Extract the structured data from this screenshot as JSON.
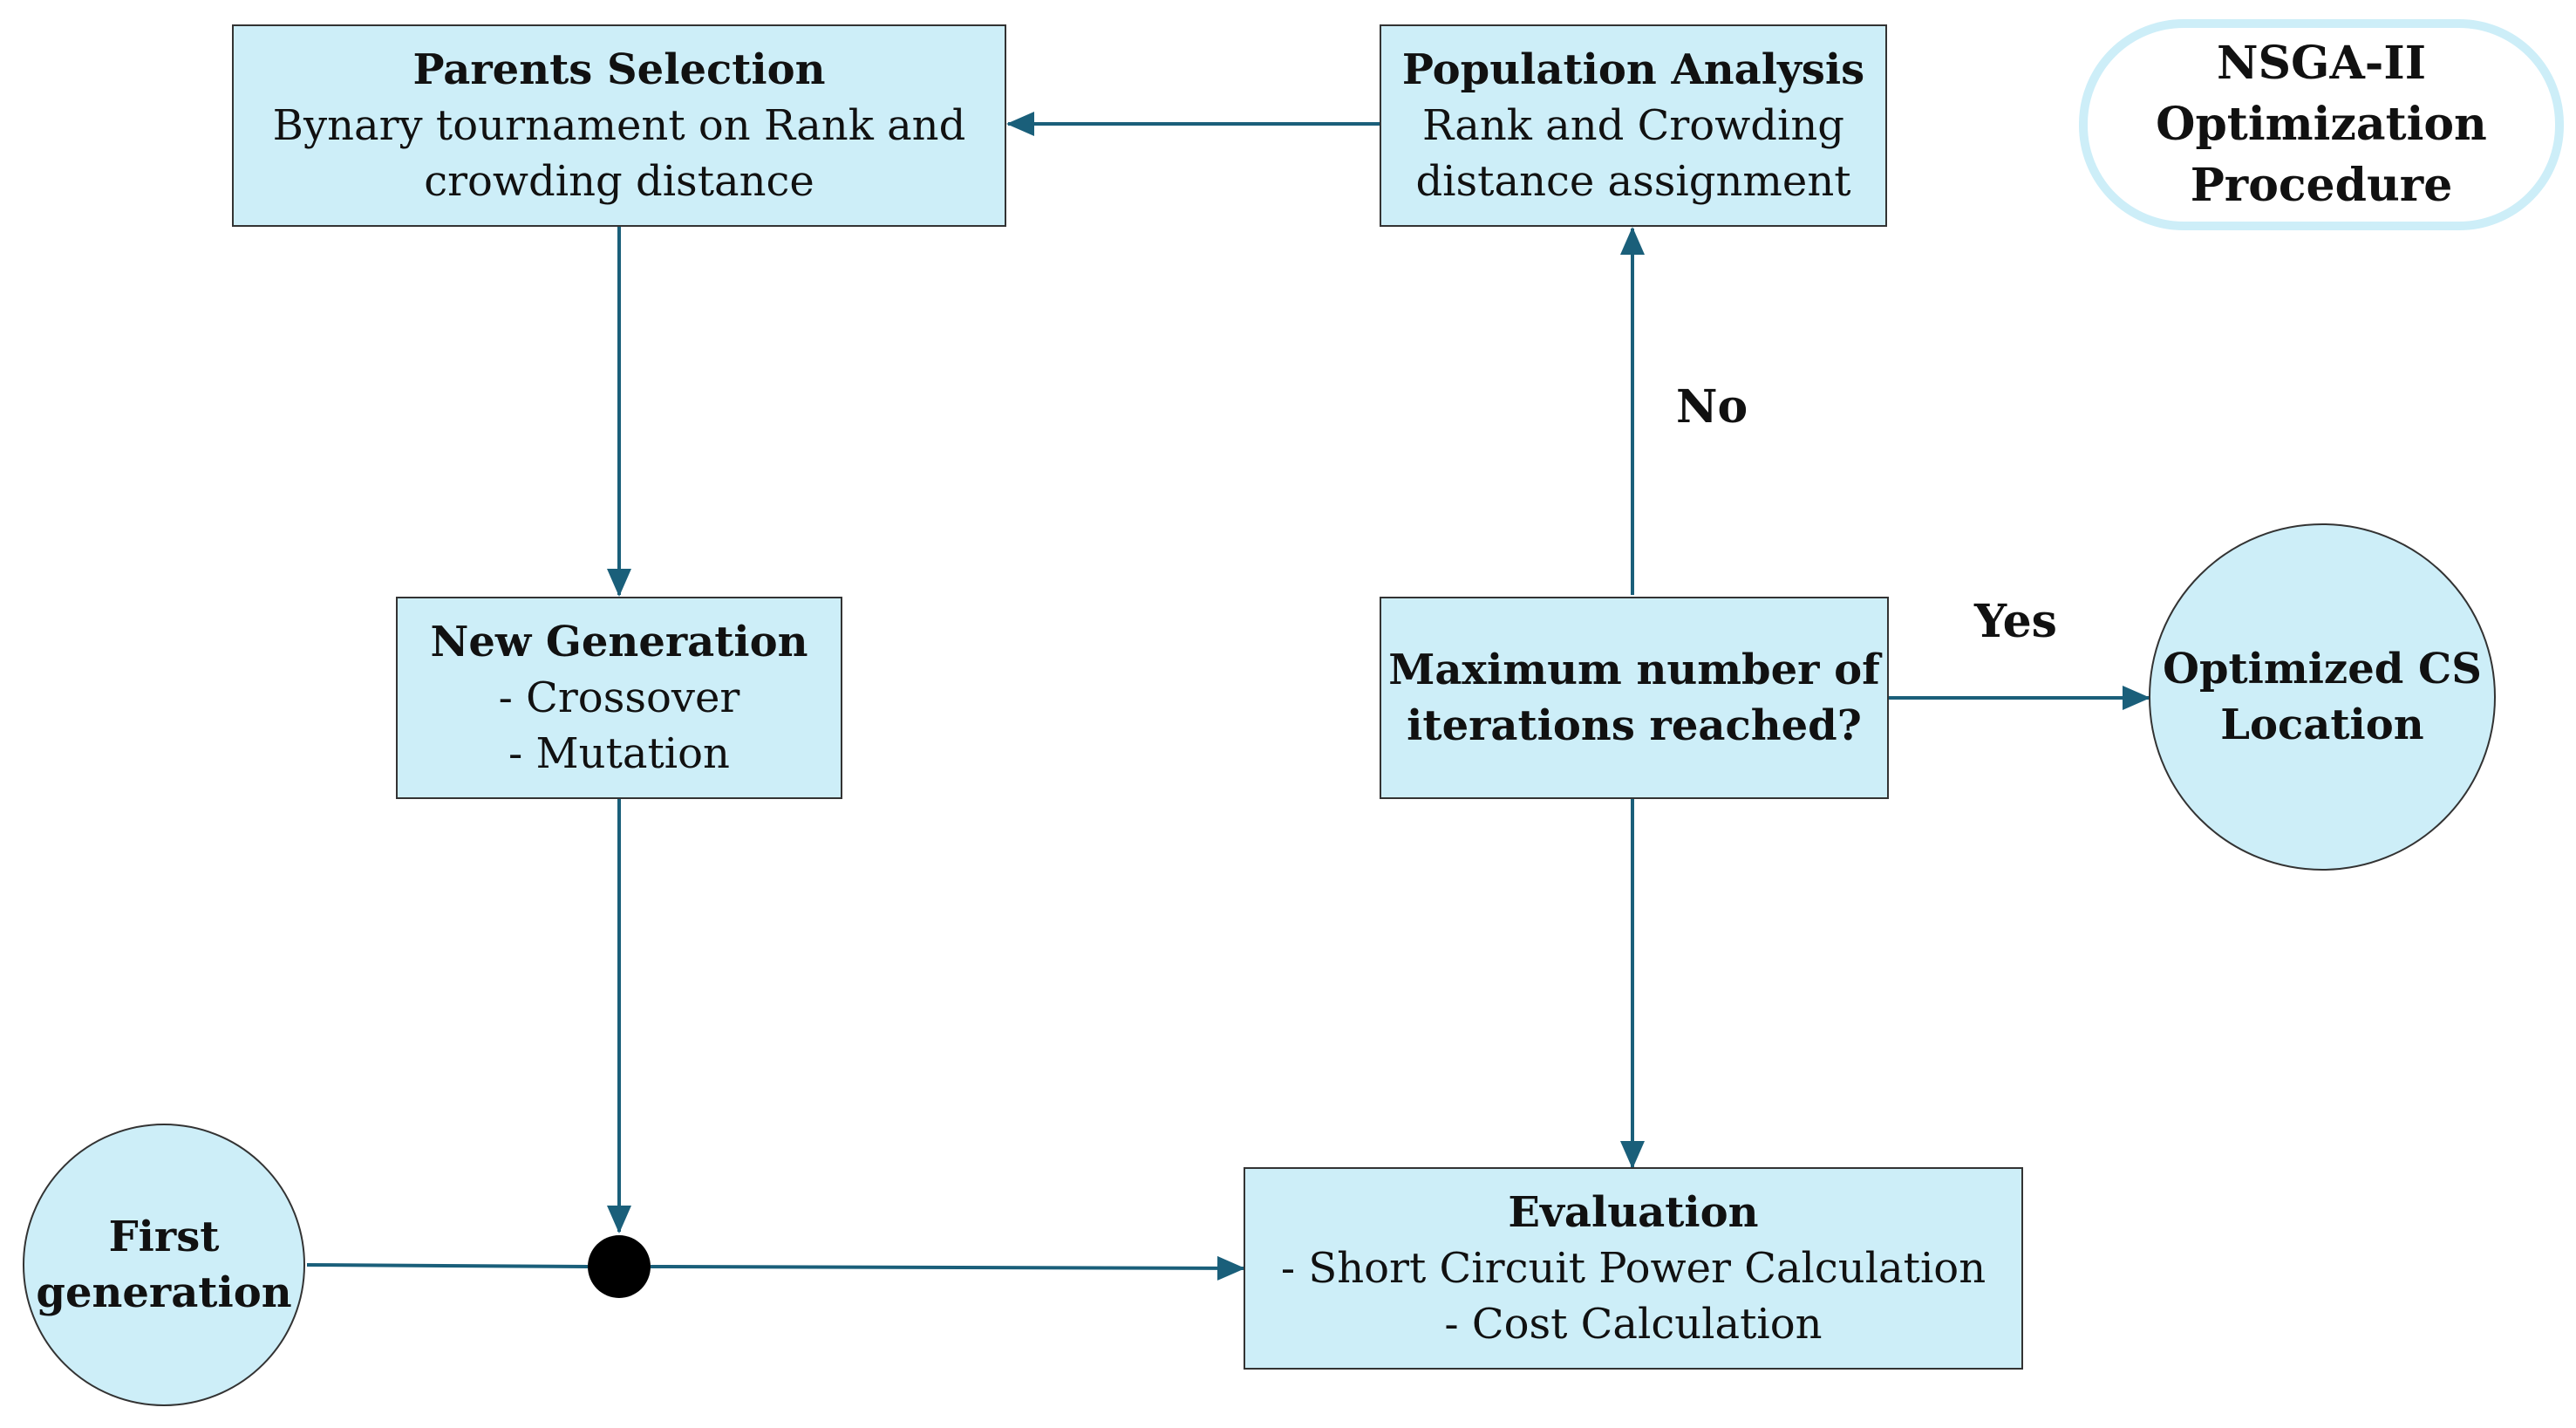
{
  "diagram": {
    "type": "flowchart",
    "legend": {
      "lines": [
        "NSGA-II",
        "Optimization",
        "Procedure"
      ]
    },
    "nodes": {
      "parents_selection": {
        "title": "Parents Selection",
        "lines": [
          "Bynary tournament on Rank and",
          "crowding distance"
        ]
      },
      "population_analysis": {
        "title": "Population Analysis",
        "lines": [
          "Rank and Crowding",
          "distance assignment"
        ]
      },
      "new_generation": {
        "title": "New Generation",
        "lines": [
          "- Crossover",
          "- Mutation"
        ]
      },
      "max_iterations": {
        "title_lines": [
          "Maximum number of",
          "iterations reached?"
        ]
      },
      "optimized_cs": {
        "lines": [
          "Optimized CS",
          "Location"
        ]
      },
      "first_generation": {
        "lines": [
          "First",
          "generation"
        ]
      },
      "evaluation": {
        "title": "Evaluation",
        "lines": [
          "- Short Circuit Power Calculation",
          "- Cost Calculation"
        ]
      }
    },
    "edges": [
      {
        "from": "population_analysis",
        "to": "parents_selection",
        "label": ""
      },
      {
        "from": "parents_selection",
        "to": "new_generation",
        "label": ""
      },
      {
        "from": "new_generation",
        "to": "junction",
        "label": ""
      },
      {
        "from": "first_generation",
        "to": "junction",
        "label": ""
      },
      {
        "from": "junction",
        "to": "evaluation",
        "label": ""
      },
      {
        "from": "max_iterations",
        "to": "evaluation",
        "label": ""
      },
      {
        "from": "max_iterations",
        "to": "population_analysis",
        "label": "No"
      },
      {
        "from": "max_iterations",
        "to": "optimized_cs",
        "label": "Yes"
      }
    ],
    "edge_labels": {
      "no": "No",
      "yes": "Yes"
    },
    "colors": {
      "node_fill": "#cdeef8",
      "arrow": "#1a5f7a",
      "outline": "#333333"
    }
  }
}
